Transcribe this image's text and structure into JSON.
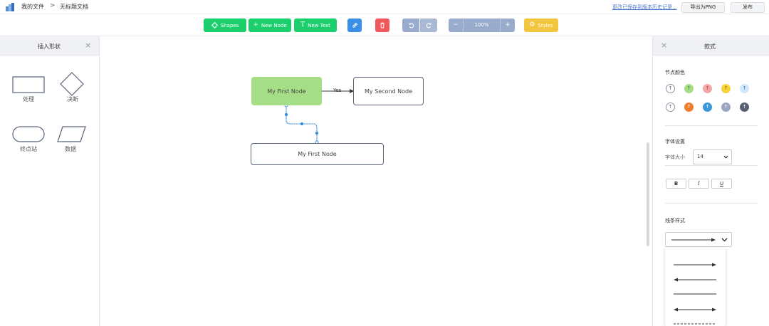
{
  "header": {
    "breadcrumb_root": "我的文件",
    "breadcrumb_sep": ">",
    "doc_title": "无标题文档",
    "save_link": "更改已保存到版本历史记录...",
    "export_png": "导出为PNG",
    "publish": "发布"
  },
  "toolbar": {
    "shapes": "Shapes",
    "new_node": "New Node",
    "new_text": "New Text",
    "zoom": "100%",
    "styles": "Styles"
  },
  "left_panel": {
    "title": "插入形状",
    "shapes": [
      {
        "label": "处理",
        "kind": "rectangle"
      },
      {
        "label": "决断",
        "kind": "diamond"
      },
      {
        "label": "终点站",
        "kind": "terminal"
      },
      {
        "label": "数据",
        "kind": "parallelogram"
      }
    ]
  },
  "canvas": {
    "nodes": [
      {
        "label": "My First Node",
        "selected": true
      },
      {
        "label": "My Second Node",
        "selected": false
      },
      {
        "label": "My First Node",
        "selected": false
      }
    ],
    "edge_label": "Yes"
  },
  "right_panel": {
    "title": "款式",
    "node_color_title": "节点颜色",
    "colors_row1": [
      "#ffffff",
      "#a5de86",
      "#f4a7a7",
      "#f7d23a",
      "#cfe8fb"
    ],
    "colors_row2": [
      "#ffffff",
      "#f07c2e",
      "#3a9ad9",
      "#9aa7c2",
      "#596172"
    ],
    "font_settings_title": "字体设置",
    "font_size_label": "字体大小",
    "font_size_value": "14",
    "bold": "B",
    "italic": "I",
    "underline": "U",
    "line_style_title": "线条样式"
  },
  "colors": {
    "green": "#1ccf6d",
    "blue": "#3a8ee6",
    "red": "#f0585c",
    "slate": "#9aacce",
    "yellow": "#f3c63f",
    "node_fill": "#a5de86",
    "node_border": "#5a6478",
    "link": "#3a8ee6"
  }
}
